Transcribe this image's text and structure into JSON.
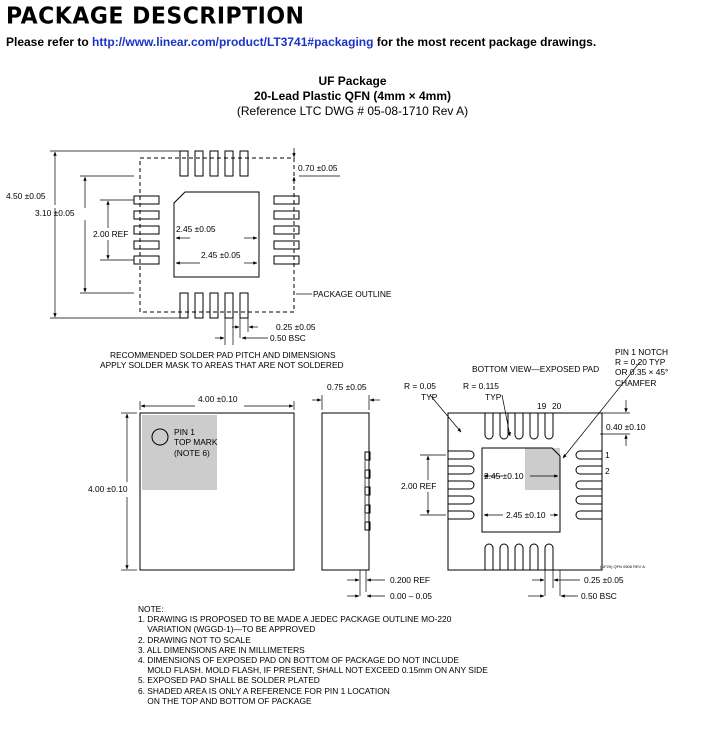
{
  "header": {
    "title": "PACKAGE DESCRIPTION",
    "refer_prefix": "Please refer to ",
    "refer_link": "http://www.linear.com/product/LT3741#packaging",
    "refer_suffix": " for the most recent package drawings."
  },
  "package": {
    "name": "UF Package",
    "description": "20-Lead Plastic QFN (4mm × 4mm)",
    "reference": "(Reference LTC DWG # 05-08-1710 Rev A)"
  },
  "recommended_pad": {
    "dim_450": "4.50 ±0.05",
    "dim_310": "3.10 ±0.05",
    "dim_200_ref": "2.00 REF",
    "dim_245_a": "2.45 ±0.05",
    "dim_245_b": "2.45 ±0.05",
    "dim_070": "0.70 ±0.05",
    "package_outline": "PACKAGE OUTLINE",
    "dim_025": "0.25 ±0.05",
    "dim_050_bsc": "0.50 BSC",
    "caption_1": "RECOMMENDED SOLDER PAD PITCH AND DIMENSIONS",
    "caption_2": "APPLY SOLDER MASK TO AREAS THAT ARE NOT SOLDERED"
  },
  "top_view": {
    "dim_400_h": "4.00 ±0.10",
    "dim_400_v": "4.00 ±0.10",
    "pin1_line1": "PIN 1",
    "pin1_line2": "TOP MARK",
    "pin1_line3": "(NOTE 6)"
  },
  "side_view": {
    "dim_075": "0.75 ±0.05",
    "dim_0200_ref": "0.200 REF",
    "dim_000_005": "0.00 – 0.05"
  },
  "bottom_view": {
    "title": "BOTTOM VIEW—EXPOSED PAD",
    "notch_1": "PIN 1 NOTCH",
    "notch_2": "R = 0.20 TYP",
    "notch_3": "OR 0.35 × 45°",
    "notch_4": "CHAMFER",
    "r005_1": "R = 0.05",
    "r005_2": "TYP",
    "r0115_1": "R = 0.115",
    "r0115_2": "TYP",
    "pin19": "19",
    "pin20": "20",
    "pin1": "1",
    "pin2": "2",
    "dim_040": "0.40 ±0.10",
    "dim_200_ref": "2.00 REF",
    "dim_245_a": "2.45 ±0.10",
    "dim_245_b": "2.45 ±0.10",
    "dim_025": "0.25 ±0.05",
    "dim_050_bsc": "0.50 BSC",
    "drawing_id": "(UF20) QFN 0506 REV A"
  },
  "notes": {
    "text": "NOTE:\n1. DRAWING IS PROPOSED TO BE MADE A JEDEC PACKAGE OUTLINE MO-220\n    VARIATION (WGGD-1)—TO BE APPROVED\n2. DRAWING NOT TO SCALE\n3. ALL DIMENSIONS ARE IN MILLIMETERS\n4. DIMENSIONS OF EXPOSED PAD ON BOTTOM OF PACKAGE DO NOT INCLUDE\n    MOLD FLASH. MOLD FLASH, IF PRESENT, SHALL NOT EXCEED 0.15mm ON ANY SIDE\n5. EXPOSED PAD SHALL BE SOLDER PLATED\n6. SHADED AREA IS ONLY A REFERENCE FOR PIN 1 LOCATION\n    ON THE TOP AND BOTTOM OF PACKAGE"
  },
  "colors": {
    "link": "#1a33c7",
    "shade": "#cccccc"
  }
}
